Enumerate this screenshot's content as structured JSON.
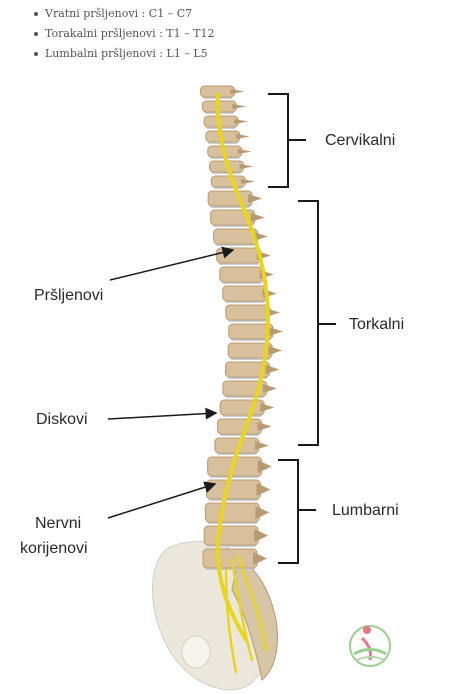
{
  "bullets": [
    "Vratni pršljenovi : C1 – C7",
    "Torakalni pršljenovi : T1 – T12",
    "Lumbalni pršljenovi : L1 – L5"
  ],
  "labels": {
    "left": {
      "vertebrae": "Pršljenovi",
      "discs": "Diskovi",
      "nerve_roots_line1": "Nervni",
      "nerve_roots_line2": "korijenovi"
    },
    "right": {
      "cervical": "Cervikalni",
      "thoracic": "Torkalni",
      "lumbar": "Lumbarni"
    }
  },
  "colors": {
    "bone": "#d8c09c",
    "bone_shade": "#b89a72",
    "disc": "#c9ced6",
    "nerve": "#e8d51c",
    "pelvis": "#ece7dd",
    "line": "#1a1a1a"
  },
  "icons": {
    "watermark": "health-logo-icon"
  }
}
